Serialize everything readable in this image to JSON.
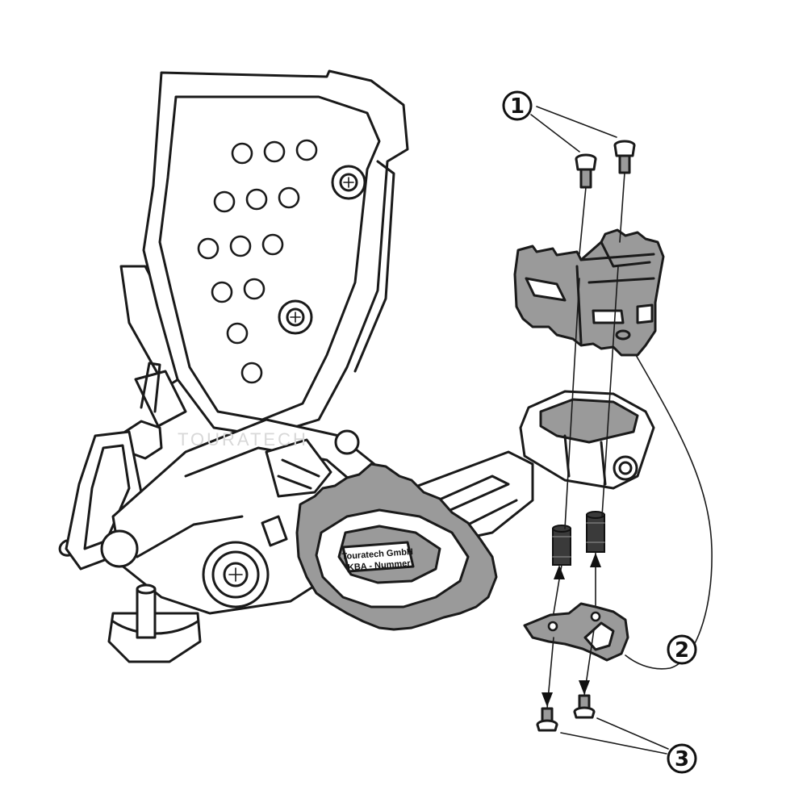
{
  "callouts": [
    {
      "id": "1",
      "label": "1"
    },
    {
      "id": "2",
      "label": "2"
    },
    {
      "id": "3",
      "label": "3"
    }
  ],
  "footpeg_plate": {
    "line1": "Touratech GmbH",
    "line2": "KBA - Nummer"
  },
  "watermark": "TOURATECH",
  "colors": {
    "line": "#1a1a1a",
    "metal": "#9a9a9a",
    "spacer": "#3a3a3a"
  }
}
